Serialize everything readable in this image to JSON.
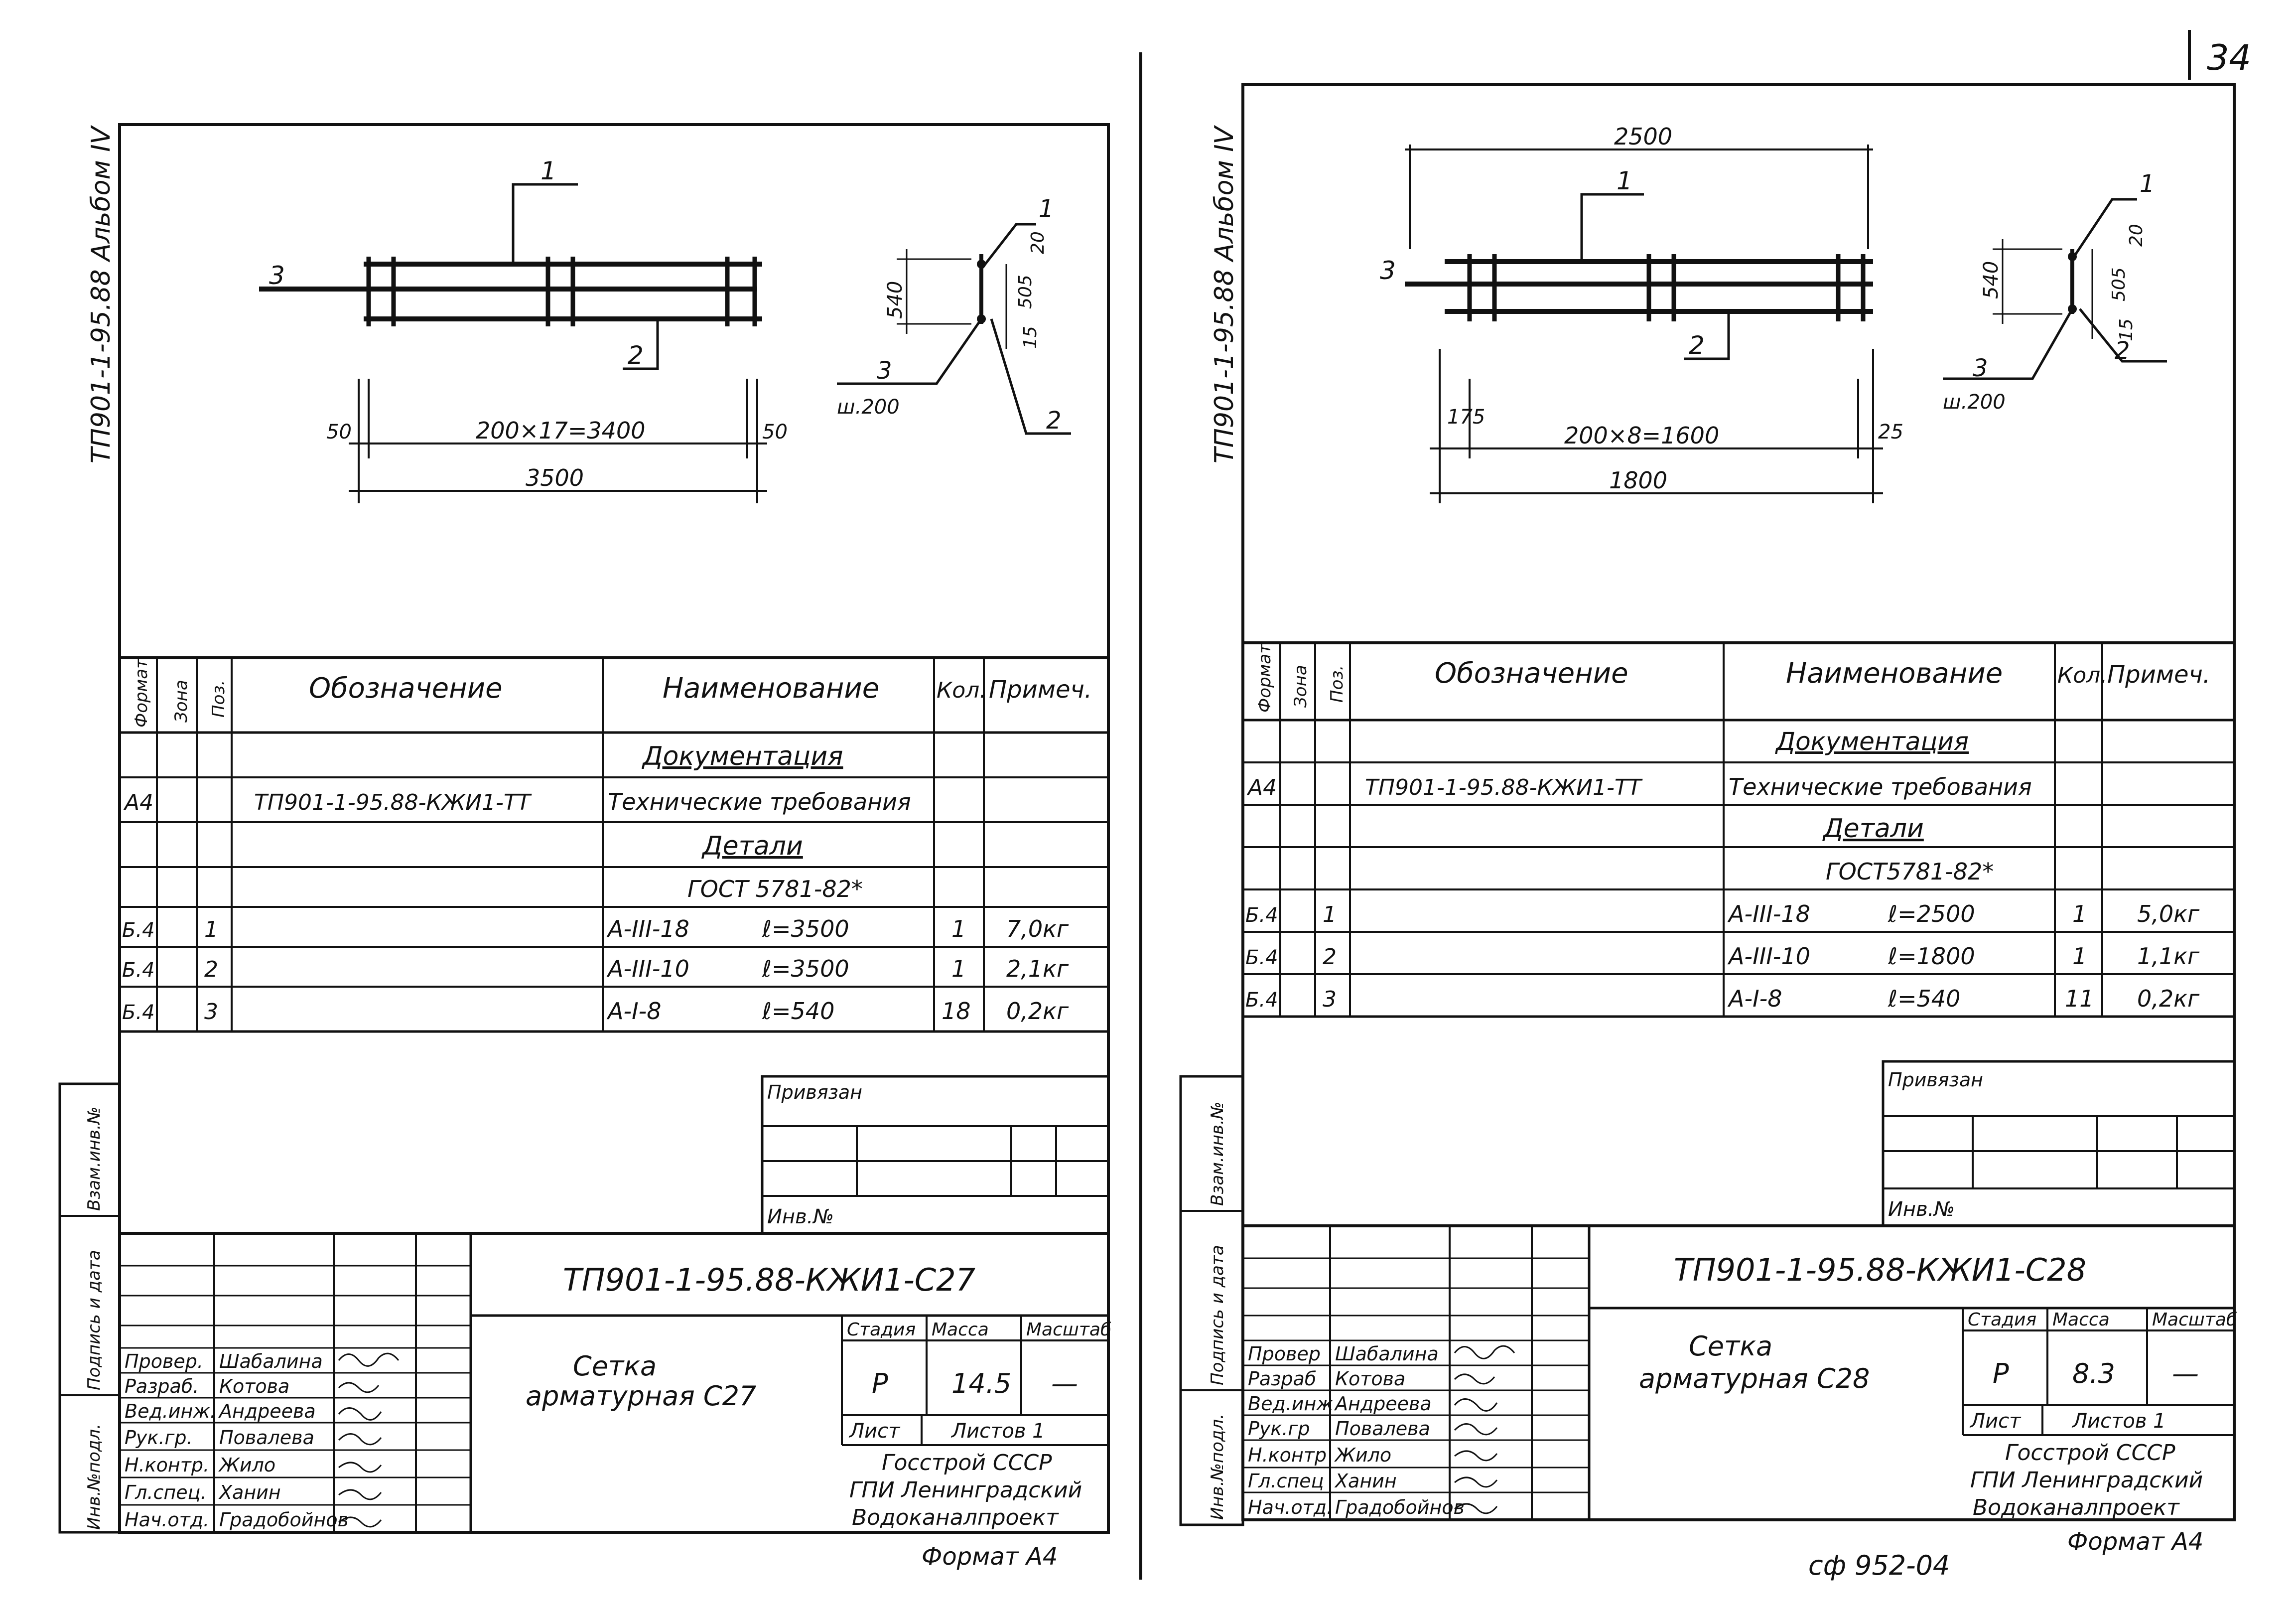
{
  "page_number": "34",
  "album_label": "ТП901-1-95.88  Альбом IV",
  "side_labels": [
    "Взам.инв.№",
    "Подпись и дата",
    "Инв.№подл."
  ],
  "side_labels_right": [
    "Взам.инв.№",
    "Подпись и дата",
    "Инв.№подл."
  ],
  "footer_code": "сф 952-04",
  "sheets": [
    {
      "drawing": {
        "pos1": "1",
        "pos2": "2",
        "pos3": "3",
        "dim_span": "200×17=3400",
        "dim_total": "3500",
        "dim_left": "50",
        "dim_right": "50",
        "sec_540": "540",
        "sec_505": "505",
        "sec_20": "20",
        "sec_15": "15",
        "sec_pos1": "1",
        "sec_pos2": "2",
        "sec_pos3": "3",
        "sec_step": "ш.200"
      },
      "spec": {
        "headers": [
          "Формат",
          "Зона",
          "Поз.",
          "Обозначение",
          "Наименование",
          "Кол.",
          "Примеч."
        ],
        "section_doc": "Документация",
        "doc_row": [
          "А4",
          "",
          "",
          "ТП901-1-95.88-КЖИ1-ТТ",
          "Технические требования",
          "",
          ""
        ],
        "section_details": "Детали",
        "gost": "ГОСТ 5781-82*",
        "rows": [
          [
            "Б.4",
            "",
            "1",
            "",
            "А-III-18",
            "ℓ=3500",
            "1",
            "7,0кг"
          ],
          [
            "Б.4",
            "",
            "2",
            "",
            "А-III-10",
            "ℓ=3500",
            "1",
            "2,1кг"
          ],
          [
            "Б.4",
            "",
            "3",
            "",
            "А-I-8",
            "ℓ=540",
            "18",
            "0,2кг"
          ]
        ]
      },
      "stamp": {
        "privyazan": "Привязан",
        "inv": "Инв.№",
        "code": "ТП901-1-95.88-КЖИ1-С27",
        "title_line1": "Сетка",
        "title_line2": "арматурная С27",
        "stage_label": "Стадия",
        "mass_label": "Масса",
        "scale_label": "Масштаб",
        "stage": "Р",
        "mass": "14.5",
        "scale": "—",
        "sheet_label": "Лист",
        "sheets_label": "Листов 1",
        "org1": "Госстрой СССР",
        "org2": "ГПИ Ленинградский",
        "org3": "Водоканалпроект",
        "people": [
          [
            "Провер.",
            "Шабалина"
          ],
          [
            "Разраб.",
            "Котова"
          ],
          [
            "Вед.инж.",
            "Андреева"
          ],
          [
            "Рук.гр.",
            "Повалева"
          ],
          [
            "Н.контр.",
            "Жило"
          ],
          [
            "Гл.спец.",
            "Ханин"
          ],
          [
            "Нач.отд.",
            "Градобойнов"
          ]
        ],
        "format": "Формат А4"
      }
    },
    {
      "drawing": {
        "pos1": "1",
        "pos2": "2",
        "pos3": "3",
        "dim_top": "2500",
        "dim_span": "200×8=1600",
        "dim_total": "1800",
        "dim_left": "175",
        "dim_right": "25",
        "sec_540": "540",
        "sec_505": "505",
        "sec_20": "20",
        "sec_15": "15",
        "sec_pos1": "1",
        "sec_pos2": "2",
        "sec_pos3": "3",
        "sec_step": "ш.200"
      },
      "spec": {
        "headers": [
          "Формат",
          "Зона",
          "Поз.",
          "Обозначение",
          "Наименование",
          "Кол.",
          "Примеч."
        ],
        "section_doc": "Документация",
        "doc_row": [
          "А4",
          "",
          "",
          "ТП901-1-95.88-КЖИ1-ТТ",
          "Технические требования",
          "",
          ""
        ],
        "section_details": "Детали",
        "gost": "ГОСТ5781-82*",
        "rows": [
          [
            "Б.4",
            "",
            "1",
            "",
            "А-III-18",
            "ℓ=2500",
            "1",
            "5,0кг"
          ],
          [
            "Б.4",
            "",
            "2",
            "",
            "А-III-10",
            "ℓ=1800",
            "1",
            "1,1кг"
          ],
          [
            "Б.4",
            "",
            "3",
            "",
            "А-I-8",
            "ℓ=540",
            "11",
            "0,2кг"
          ]
        ]
      },
      "stamp": {
        "privyazan": "Привязан",
        "inv": "Инв.№",
        "code": "ТП901-1-95.88-КЖИ1-С28",
        "title_line1": "Сетка",
        "title_line2": "арматурная С28",
        "stage_label": "Стадия",
        "mass_label": "Масса",
        "scale_label": "Масштаб",
        "stage": "Р",
        "mass": "8.3",
        "scale": "—",
        "sheet_label": "Лист",
        "sheets_label": "Листов 1",
        "org1": "Госстрой СССР",
        "org2": "ГПИ Ленинградский",
        "org3": "Водоканалпроект",
        "people": [
          [
            "Провер",
            "Шабалина"
          ],
          [
            "Разраб",
            "Котова"
          ],
          [
            "Вед.инж",
            "Андреева"
          ],
          [
            "Рук.гр",
            "Повалева"
          ],
          [
            "Н.контр",
            "Жило"
          ],
          [
            "Гл.спец",
            "Ханин"
          ],
          [
            "Нач.отд.",
            "Градобойнов"
          ]
        ],
        "format": "Формат А4"
      }
    }
  ]
}
